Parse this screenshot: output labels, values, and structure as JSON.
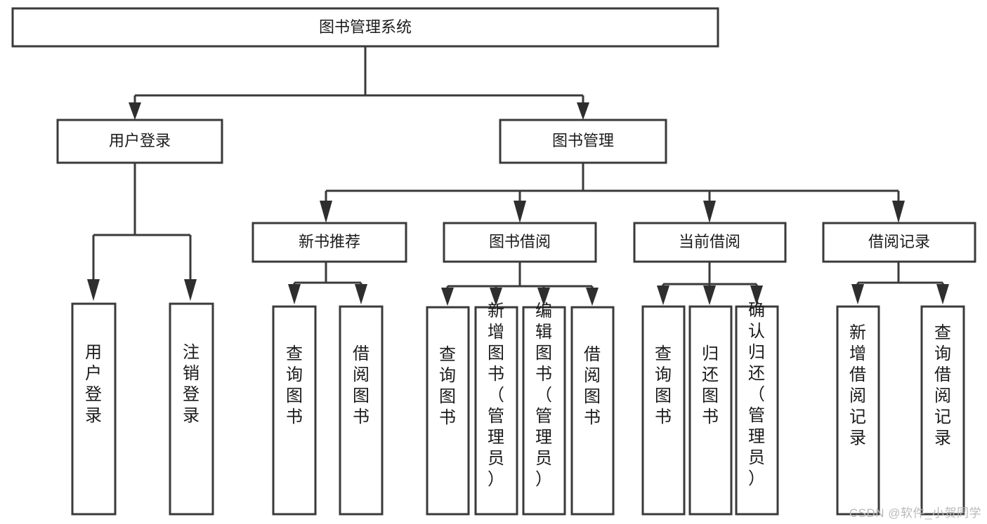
{
  "diagram": {
    "type": "tree-hierarchy-functional-decomposition",
    "root": {
      "id": "root",
      "label": "图书管理系统"
    },
    "level2": [
      {
        "id": "user-login",
        "label": "用户登录"
      },
      {
        "id": "book-management",
        "label": "图书管理"
      }
    ],
    "level3": [
      {
        "id": "new-book-recommend",
        "label": "新书推荐",
        "parent": "book-management"
      },
      {
        "id": "book-borrow",
        "label": "图书借阅",
        "parent": "book-management"
      },
      {
        "id": "current-borrow",
        "label": "当前借阅",
        "parent": "book-management"
      },
      {
        "id": "borrow-record",
        "label": "借阅记录",
        "parent": "book-management"
      }
    ],
    "leaves": [
      {
        "id": "leaf-user-login",
        "label": "用户登录",
        "parent": "user-login"
      },
      {
        "id": "leaf-user-logout",
        "label": "注销登录",
        "parent": "user-login"
      },
      {
        "id": "leaf-query-book-1",
        "label": "查询图书",
        "parent": "new-book-recommend"
      },
      {
        "id": "leaf-borrow-book-1",
        "label": "借阅图书",
        "parent": "new-book-recommend"
      },
      {
        "id": "leaf-query-book-2",
        "label": "查询图书",
        "parent": "book-borrow"
      },
      {
        "id": "leaf-add-book",
        "label": "新增图书（管理员）",
        "parent": "book-borrow"
      },
      {
        "id": "leaf-edit-book",
        "label": "编辑图书（管理员）",
        "parent": "book-borrow"
      },
      {
        "id": "leaf-borrow-book-2",
        "label": "借阅图书",
        "parent": "book-borrow"
      },
      {
        "id": "leaf-query-book-3",
        "label": "查询图书",
        "parent": "current-borrow"
      },
      {
        "id": "leaf-return-book",
        "label": "归还图书",
        "parent": "current-borrow"
      },
      {
        "id": "leaf-confirm-return",
        "label": "确认归还（管理员）",
        "parent": "current-borrow"
      },
      {
        "id": "leaf-add-record",
        "label": "新增借阅记录",
        "parent": "borrow-record"
      },
      {
        "id": "leaf-query-record",
        "label": "查询借阅记录",
        "parent": "borrow-record"
      }
    ],
    "colors": {
      "box_stroke": "#3a3a3a",
      "box_fill": "#ffffff",
      "arrow_fill": "#2e2e2e",
      "text": "#1b1b1b",
      "background": "#ffffff",
      "watermark": "#b9b9b9"
    }
  },
  "watermark": {
    "label": "CSDN @软件_小贺同学"
  }
}
